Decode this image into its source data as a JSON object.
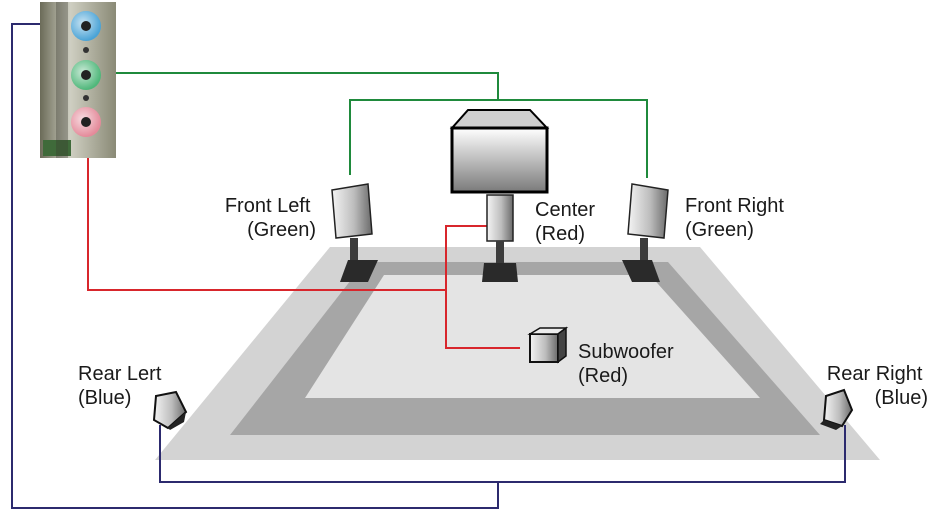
{
  "labels": {
    "front_left": [
      "Front Left",
      "(Green)"
    ],
    "center": [
      "Center",
      "(Red)"
    ],
    "front_right": [
      "Front Right",
      "(Green)"
    ],
    "subwoofer": [
      "Subwoofer",
      "(Red)"
    ],
    "rear_left": [
      "Rear Lert",
      "(Blue)"
    ],
    "rear_right": [
      "Rear Right",
      "(Blue)"
    ]
  },
  "colors": {
    "green_cable": "#1f8a3c",
    "red_cable": "#d8262c",
    "blue_cable": "#2c2a6e",
    "jack_blue": "#4aa3d6",
    "jack_green": "#4fb77a",
    "jack_pink": "#e48a9a"
  },
  "icons": {
    "audio_panel": "rear-audio-panel-icon",
    "monitor": "monitor-icon",
    "speaker": "speaker-icon",
    "subwoofer": "subwoofer-icon"
  }
}
